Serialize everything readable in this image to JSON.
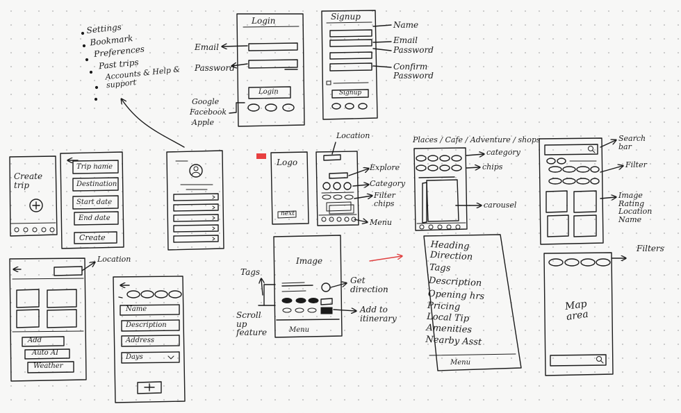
{
  "settings_list": [
    "Settings",
    "Bookmark",
    "Preferences",
    "Past trips",
    "Accounts & Help & support"
  ],
  "login": {
    "title": "Login",
    "button": "Login",
    "email": "Email",
    "password": "Password",
    "social": [
      "Google",
      "Facebook",
      "Apple"
    ]
  },
  "signup": {
    "title": "Signup",
    "button": "Signup",
    "fields": [
      "Name",
      "Email",
      "Password",
      "Confirm Password"
    ]
  },
  "create_trip": {
    "title": "Create trip",
    "fields": [
      "Trip name",
      "Destination",
      "Start date",
      "End date"
    ],
    "button": "Create"
  },
  "splash": {
    "logo": "Logo",
    "badge": "next"
  },
  "home": {
    "annotations": [
      "Location",
      "Explore",
      "Category",
      "Filter chips",
      "Menu"
    ]
  },
  "places": {
    "header": "Places / Cafe / Adventure / shops",
    "annotations": [
      "category",
      "chips",
      "carousel"
    ]
  },
  "search": {
    "annotations": [
      "Search bar",
      "Filter",
      "Image Rating Location Name"
    ]
  },
  "trip_location": {
    "annotation": "Location",
    "buttons": [
      "Add",
      "Auto AI",
      "Weather"
    ]
  },
  "add_place": {
    "fields": [
      "Name",
      "Description",
      "Address",
      "Days"
    ],
    "add": "+"
  },
  "detail": {
    "title": "Image",
    "menu": "Menu",
    "annotations": [
      "Tags",
      "Scroll up feature",
      "Get direction",
      "Add to itinerary"
    ]
  },
  "detail_text": {
    "lines": [
      "Heading",
      "Direction",
      "Tags",
      "Description",
      "Opening hrs",
      "Pricing",
      "Local Tip",
      "Amenities",
      "Nearby Asst"
    ],
    "menu": "Menu"
  },
  "map": {
    "area": "Map area",
    "annotation": "Filters"
  }
}
